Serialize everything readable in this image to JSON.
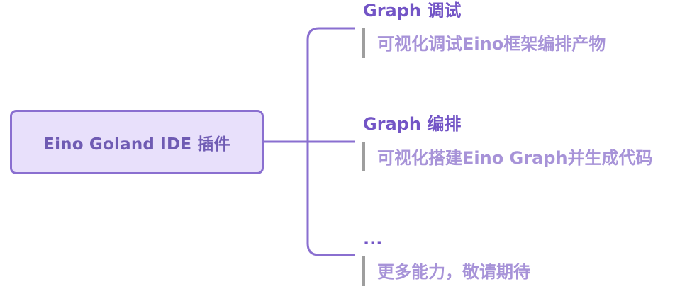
{
  "root": {
    "label": "Eino Goland IDE 插件"
  },
  "branches": [
    {
      "title": "Graph 调试",
      "desc": "可视化调试Eino框架编排产物"
    },
    {
      "title": "Graph 编排",
      "desc": "可视化搭建Eino Graph并生成代码"
    },
    {
      "title": "...",
      "desc": "更多能力，敬请期待"
    }
  ],
  "colors": {
    "node_border": "#8a6fd0",
    "node_fill": "#e8e0fb",
    "connector": "#8a6fd0",
    "title": "#7355c6",
    "desc": "#a793d8",
    "desc_bar": "#9e9e9e"
  }
}
